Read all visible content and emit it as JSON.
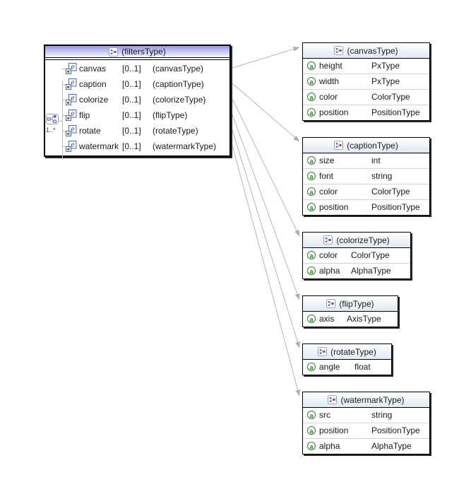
{
  "diagram": {
    "main_box": {
      "title": "(filtersType)",
      "compositor": {
        "kind": "sequence",
        "cardinality": "1..*"
      },
      "elements": [
        {
          "name": "canvas",
          "cardinality": "[0..1]",
          "type": "(canvasType)"
        },
        {
          "name": "caption",
          "cardinality": "[0..1]",
          "type": "(captionType)"
        },
        {
          "name": "colorize",
          "cardinality": "[0..1]",
          "type": "(colorizeType)"
        },
        {
          "name": "flip",
          "cardinality": "[0..1]",
          "type": "(flipType)"
        },
        {
          "name": "rotate",
          "cardinality": "[0..1]",
          "type": "(rotateType)"
        },
        {
          "name": "watermark",
          "cardinality": "[0..1]",
          "type": "(watermarkType)"
        }
      ]
    },
    "type_boxes": [
      {
        "title": "(canvasType)",
        "attributes": [
          {
            "name": "height",
            "type": "PxType"
          },
          {
            "name": "width",
            "type": "PxType"
          },
          {
            "name": "color",
            "type": "ColorType"
          },
          {
            "name": "position",
            "type": "PositionType"
          }
        ]
      },
      {
        "title": "(captionType)",
        "attributes": [
          {
            "name": "size",
            "type": "int"
          },
          {
            "name": "font",
            "type": "string"
          },
          {
            "name": "color",
            "type": "ColorType"
          },
          {
            "name": "position",
            "type": "PositionType"
          }
        ]
      },
      {
        "title": "(colorizeType)",
        "attributes": [
          {
            "name": "color",
            "type": "ColorType"
          },
          {
            "name": "alpha",
            "type": "AlphaType"
          }
        ]
      },
      {
        "title": "(flipType)",
        "attributes": [
          {
            "name": "axis",
            "type": "AxisType"
          }
        ]
      },
      {
        "title": "(rotateType)",
        "attributes": [
          {
            "name": "angle",
            "type": "float"
          }
        ]
      },
      {
        "title": "(watermarkType)",
        "attributes": [
          {
            "name": "src",
            "type": "string"
          },
          {
            "name": "position",
            "type": "PositionType"
          },
          {
            "name": "alpha",
            "type": "AlphaType"
          }
        ]
      }
    ],
    "icons": {
      "complextype_icon": "complextype-icon",
      "element_icon": "element-icon",
      "attribute_icon": "attribute-icon",
      "sequence_icon": "sequence-compositor-icon",
      "attribute_glyph": "a"
    },
    "colors": {
      "main_header_gradient_top": "#9898e2",
      "main_header_gradient_bottom": "#f8f8fe",
      "type_header_gradient_top": "#fefefe",
      "type_header_gradient_bottom": "#e2eaf5",
      "connector_line": "#b5b5b5",
      "cardinality_text": "#2a2ae0",
      "attribute_icon_green": "#2f7d2f",
      "box_border": "#000000"
    }
  }
}
